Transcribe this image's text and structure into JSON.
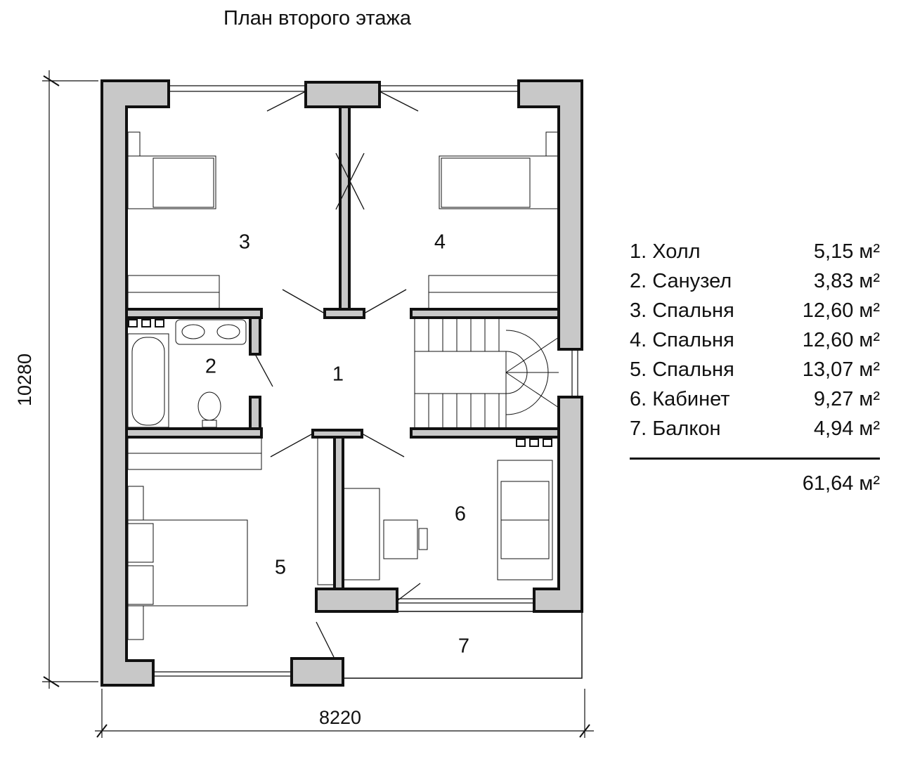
{
  "title": "План второго этажа",
  "rooms_on_plan": [
    "1",
    "2",
    "3",
    "4",
    "5",
    "6",
    "7"
  ],
  "dimensions": {
    "height": "10280",
    "width": "8220"
  },
  "legend": [
    {
      "name": "1. Холл",
      "area": "5,15 м²"
    },
    {
      "name": "2. Санузел",
      "area": "3,83 м²"
    },
    {
      "name": "3. Спальня",
      "area": "12,60 м²"
    },
    {
      "name": "4. Спальня",
      "area": "12,60 м²"
    },
    {
      "name": "5. Спальня",
      "area": "13,07 м²"
    },
    {
      "name": "6. Кабинет",
      "area": "9,27 м²"
    },
    {
      "name": "7. Балкон",
      "area": "4,94 м²"
    }
  ],
  "total": "61,64 м²",
  "colors": {
    "wall": "#c8c8c8",
    "line": "#111111"
  }
}
